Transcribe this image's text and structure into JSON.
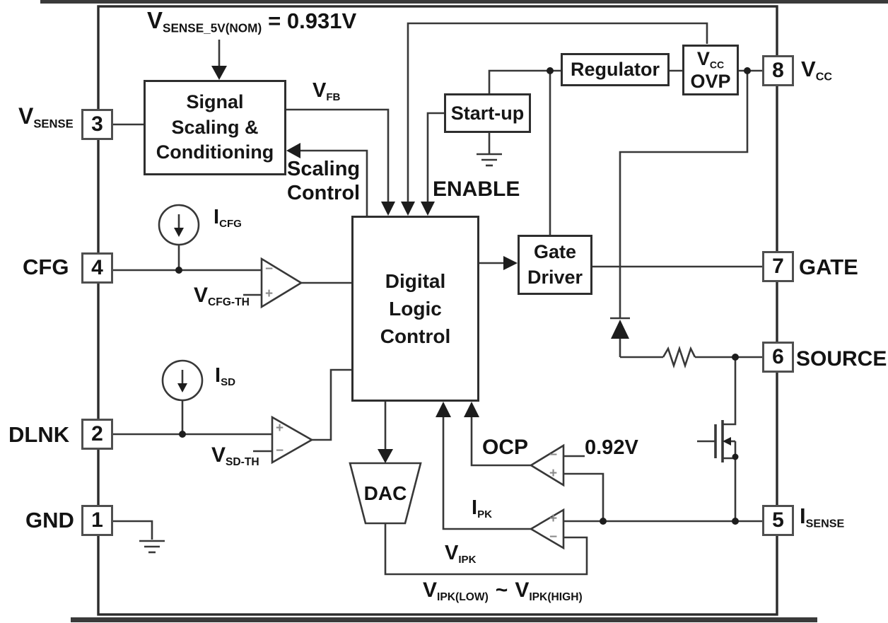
{
  "formula": {
    "main": "V",
    "sub": "SENSE_5V(NOM)",
    "rest": "= 0.931V"
  },
  "pins": {
    "p3": {
      "num": "3",
      "main": "V",
      "sub": "SENSE"
    },
    "p4": {
      "num": "4",
      "label": "CFG"
    },
    "p2": {
      "num": "2",
      "label": "DLNK"
    },
    "p1": {
      "num": "1",
      "label": "GND"
    },
    "p8": {
      "num": "8",
      "main": "V",
      "sub": "CC"
    },
    "p7": {
      "num": "7",
      "label": "GATE"
    },
    "p6": {
      "num": "6",
      "label": "SOURCE"
    },
    "p5": {
      "num": "5",
      "main": "I",
      "sub": "SENSE"
    }
  },
  "blocks": {
    "signal_scaling": {
      "line1": "Signal",
      "line2": "Scaling &",
      "line3": "Conditioning"
    },
    "startup": {
      "label": "Start-up"
    },
    "regulator": {
      "label": "Regulator"
    },
    "vcc_ovp": {
      "main": "V",
      "sub": "CC",
      "line2": "OVP"
    },
    "gate_driver": {
      "line1": "Gate",
      "line2": "Driver"
    },
    "dlc": {
      "line1": "Digital",
      "line2": "Logic",
      "line3": "Control"
    },
    "dac": {
      "label": "DAC"
    }
  },
  "signals": {
    "vfb": {
      "main": "V",
      "sub": "FB"
    },
    "scaling_control": {
      "line1": "Scaling",
      "line2": "Control"
    },
    "enable": "ENABLE",
    "icfg": {
      "main": "I",
      "sub": "CFG"
    },
    "vcfg_th": {
      "main": "V",
      "sub": "CFG-TH"
    },
    "isd": {
      "main": "I",
      "sub": "SD"
    },
    "vsd_th": {
      "main": "V",
      "sub": "SD-TH"
    },
    "ocp": "OCP",
    "vref": "0.92V",
    "ipk": {
      "main": "I",
      "sub": "PK"
    },
    "vipk": {
      "main": "V",
      "sub": "IPK"
    },
    "vipk_range": {
      "m1": "V",
      "s1": "IPK(LOW)",
      "mid": "~",
      "m2": "V",
      "s2": "IPK(HIGH)"
    }
  },
  "symbols": {
    "plus": "+",
    "minus": "−"
  },
  "colors": {
    "wire": "#383838",
    "box_border": "#2e2e2e",
    "text": "#151515",
    "background": "#ffffff"
  }
}
